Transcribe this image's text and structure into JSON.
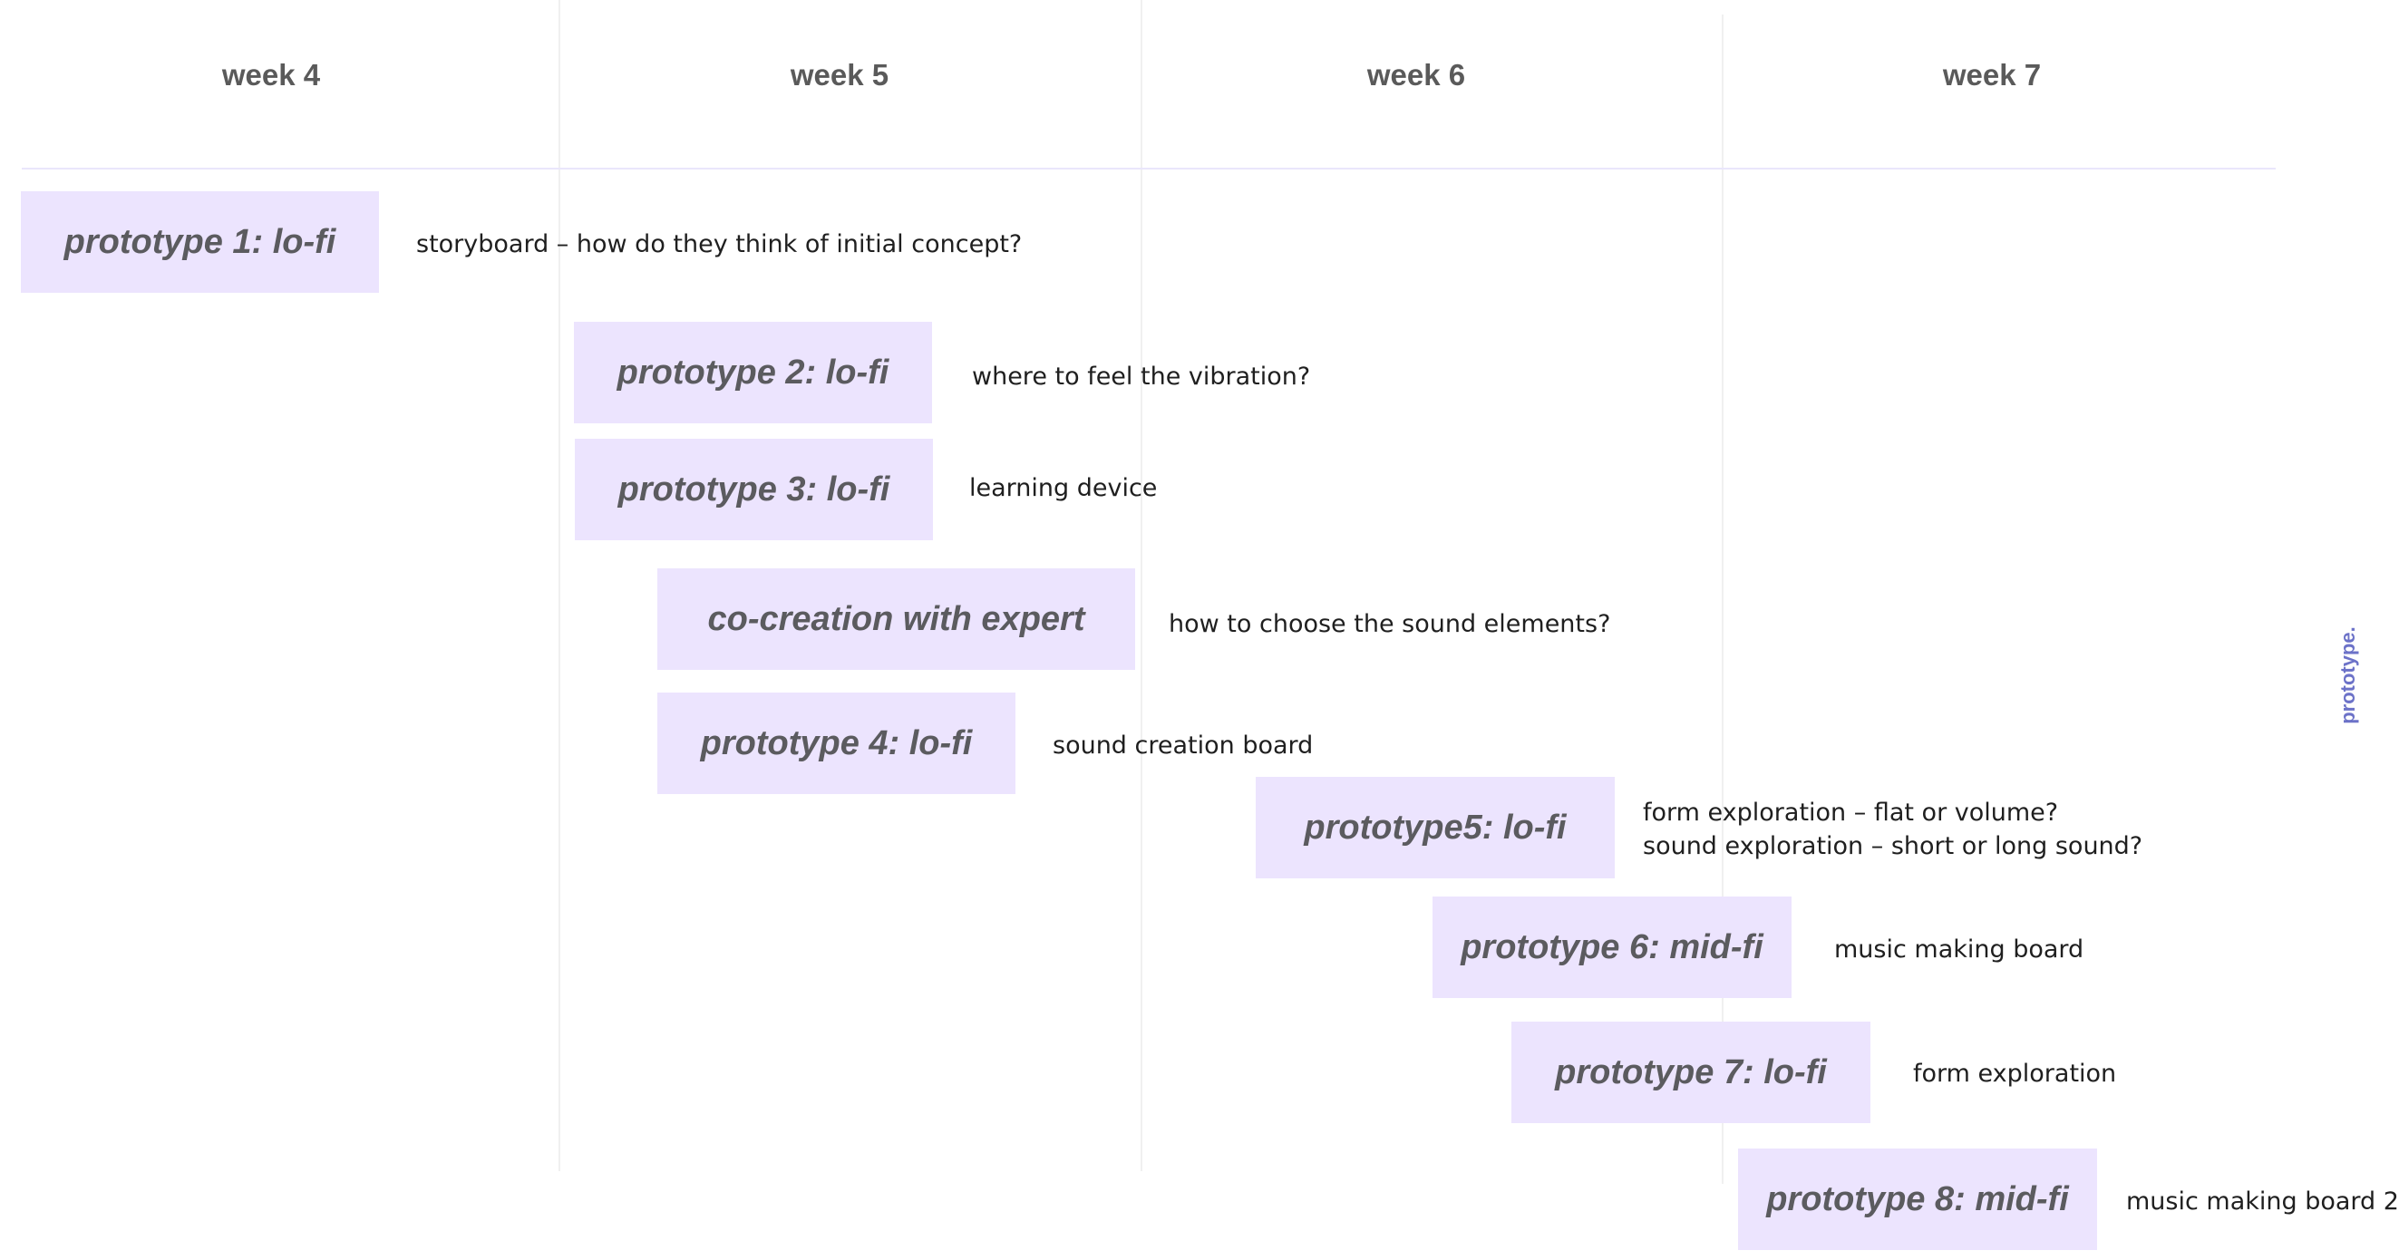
{
  "weeks": [
    {
      "label": "week 4"
    },
    {
      "label": "week 5"
    },
    {
      "label": "week 6"
    },
    {
      "label": "week 7"
    }
  ],
  "prototypes": [
    {
      "label": "prototype 1: lo-fi",
      "note": "storyboard – how do they think of initial concept?"
    },
    {
      "label": "prototype 2: lo-fi",
      "note": "where to feel the vibration?"
    },
    {
      "label": "prototype 3: lo-fi",
      "note": "learning device"
    },
    {
      "label": "co-creation with expert",
      "note": "how to choose the sound elements?"
    },
    {
      "label": "prototype 4: lo-fi",
      "note": "sound creation board"
    },
    {
      "label": "prototype5: lo-fi",
      "note_line1": "form exploration – flat or volume?",
      "note_line2": "sound exploration – short or long sound?"
    },
    {
      "label": "prototype 6: mid-fi",
      "note": "music making board"
    },
    {
      "label": "prototype 7: lo-fi",
      "note": "form exploration"
    },
    {
      "label": "prototype 8: mid-fi",
      "note": "music making board 2"
    }
  ],
  "side_label": "prototype.",
  "colors": {
    "box_fill": "#ece4fe",
    "box_text": "#5b5b5f",
    "header_text": "#5a5a5a",
    "note_text": "#1f1f1f",
    "side_label": "#6c72c8",
    "grid_line": "#f0f0f0"
  }
}
